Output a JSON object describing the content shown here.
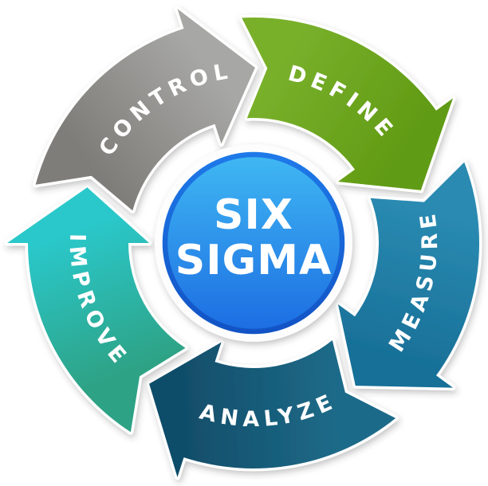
{
  "diagram": {
    "name": "six-sigma-dmaic-cycle",
    "background": "#ffffff",
    "center": {
      "title_line1": "SIX",
      "title_line2": "SIGMA",
      "text_color": "#ffffff",
      "outer_ring_fill": "#fdfdfd",
      "ring_stroke_top": "#1e79e9",
      "ring_stroke_bottom": "#1253c5",
      "fill_top": "#40b8f3",
      "fill_bottom": "#1c6de2"
    },
    "steps": [
      {
        "id": "define",
        "label": "DEFINE",
        "color_tail": "#79b02c",
        "color_head": "#619b14",
        "start_angle": -95,
        "end_angle": -23,
        "label_angle": -58,
        "label_orientation": "outward"
      },
      {
        "id": "measure",
        "label": "MEASURE",
        "color_tail": "#2a8ab1",
        "color_head": "#187098",
        "start_angle": -23,
        "end_angle": 49,
        "label_angle": 13,
        "label_orientation": "inward"
      },
      {
        "id": "analyze",
        "label": "ANALYZE",
        "color_tail": "#1e6b89",
        "color_head": "#114e6a",
        "start_angle": 49,
        "end_angle": 121,
        "label_angle": 85,
        "label_orientation": "inward"
      },
      {
        "id": "improve",
        "label": "IMPROVE",
        "color_tail": "#2da285",
        "color_head": "#2cc8cb",
        "start_angle": 121,
        "end_angle": 193,
        "label_angle": 160,
        "label_orientation": "inward"
      },
      {
        "id": "control",
        "label": "CONTROL",
        "color_tail": "#7f7d79",
        "color_head": "#a7a7a5",
        "start_angle": 193,
        "end_angle": 265,
        "label_angle": 237,
        "label_orientation": "outward"
      }
    ]
  }
}
